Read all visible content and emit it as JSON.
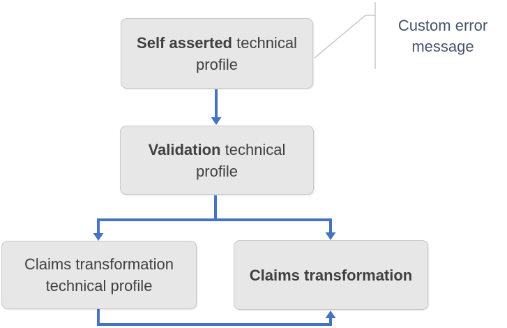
{
  "title": "Technical profile flow diagram",
  "colors": {
    "arrow": "#4472C4",
    "box_fill": "#e7e7e7",
    "box_border": "#c9c9c9",
    "box_text": "#404040",
    "callout_line": "#c9c9c9",
    "callout_text": "#44546A",
    "background": "#ffffff"
  },
  "boxes": [
    {
      "id": "box-self-asserted-technical-profile",
      "lines": [
        [
          {
            "text": "Self asserted",
            "bold": true
          },
          {
            "text": " technical",
            "bold": false
          }
        ],
        [
          {
            "text": "profile",
            "bold": false
          }
        ]
      ]
    },
    {
      "id": "box-validation-technical-profile",
      "lines": [
        [
          {
            "text": "Validation",
            "bold": true
          },
          {
            "text": " technical",
            "bold": false
          }
        ],
        [
          {
            "text": "profile",
            "bold": false
          }
        ]
      ]
    },
    {
      "id": "box-claims-transformation-technical-profile",
      "lines": [
        [
          {
            "text": "Claims transformation",
            "bold": false
          }
        ],
        [
          {
            "text": "technical profile",
            "bold": false
          }
        ]
      ]
    },
    {
      "id": "box-claims-transformation",
      "lines": [
        [
          {
            "text": "Claims transformation",
            "bold": true
          }
        ]
      ]
    }
  ],
  "callout": {
    "text": "Custom error\nmessage"
  },
  "connectors": [
    {
      "from": "box-self-asserted-technical-profile",
      "to": "box-validation-technical-profile",
      "style": "arrow"
    },
    {
      "from": "box-validation-technical-profile",
      "to": "box-claims-transformation-technical-profile",
      "style": "arrow"
    },
    {
      "from": "box-validation-technical-profile",
      "to": "box-claims-transformation",
      "style": "arrow"
    },
    {
      "from": "box-claims-transformation-technical-profile",
      "to": "box-claims-transformation",
      "style": "arrow"
    },
    {
      "from": "box-self-asserted-technical-profile",
      "to": "callout-custom-error-message",
      "style": "plain-line"
    }
  ]
}
